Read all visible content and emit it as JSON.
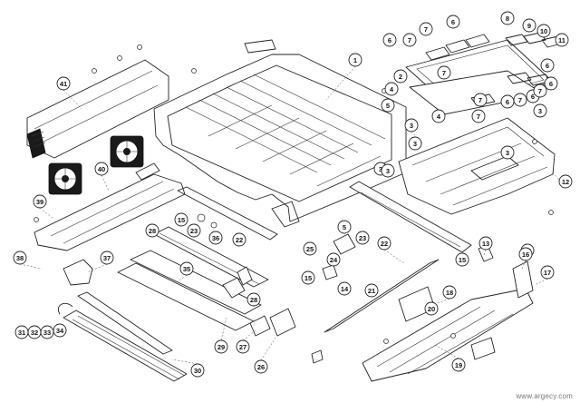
{
  "diagram": {
    "type": "exploded-parts-view",
    "callouts": [
      {
        "label": "1"
      },
      {
        "label": "2"
      },
      {
        "label": "3"
      },
      {
        "label": "3"
      },
      {
        "label": "3"
      },
      {
        "label": "3"
      },
      {
        "label": "3"
      },
      {
        "label": "3"
      },
      {
        "label": "4"
      },
      {
        "label": "4"
      },
      {
        "label": "5"
      },
      {
        "label": "5"
      },
      {
        "label": "6"
      },
      {
        "label": "6"
      },
      {
        "label": "6"
      },
      {
        "label": "6"
      },
      {
        "label": "6"
      },
      {
        "label": "6"
      },
      {
        "label": "7"
      },
      {
        "label": "7"
      },
      {
        "label": "7"
      },
      {
        "label": "7"
      },
      {
        "label": "7"
      },
      {
        "label": "7"
      },
      {
        "label": "7"
      },
      {
        "label": "8"
      },
      {
        "label": "9"
      },
      {
        "label": "10"
      },
      {
        "label": "11"
      },
      {
        "label": "12"
      },
      {
        "label": "13"
      },
      {
        "label": "14"
      },
      {
        "label": "14"
      },
      {
        "label": "15"
      },
      {
        "label": "15"
      },
      {
        "label": "15"
      },
      {
        "label": "16"
      },
      {
        "label": "17"
      },
      {
        "label": "18"
      },
      {
        "label": "19"
      },
      {
        "label": "20"
      },
      {
        "label": "21"
      },
      {
        "label": "22"
      },
      {
        "label": "22"
      },
      {
        "label": "23"
      },
      {
        "label": "23"
      },
      {
        "label": "24"
      },
      {
        "label": "25"
      },
      {
        "label": "26"
      },
      {
        "label": "27"
      },
      {
        "label": "28"
      },
      {
        "label": "28"
      },
      {
        "label": "29"
      },
      {
        "label": "30"
      },
      {
        "label": "31"
      },
      {
        "label": "32"
      },
      {
        "label": "33"
      },
      {
        "label": "34"
      },
      {
        "label": "35"
      },
      {
        "label": "36"
      },
      {
        "label": "37"
      },
      {
        "label": "38"
      },
      {
        "label": "39"
      },
      {
        "label": "40"
      },
      {
        "label": "41"
      }
    ]
  },
  "watermark": "www.argecy.com",
  "colors": {
    "line": "#222222",
    "background": "#ffffff",
    "fan": "#1a1a1a",
    "watermark": "#777777"
  }
}
